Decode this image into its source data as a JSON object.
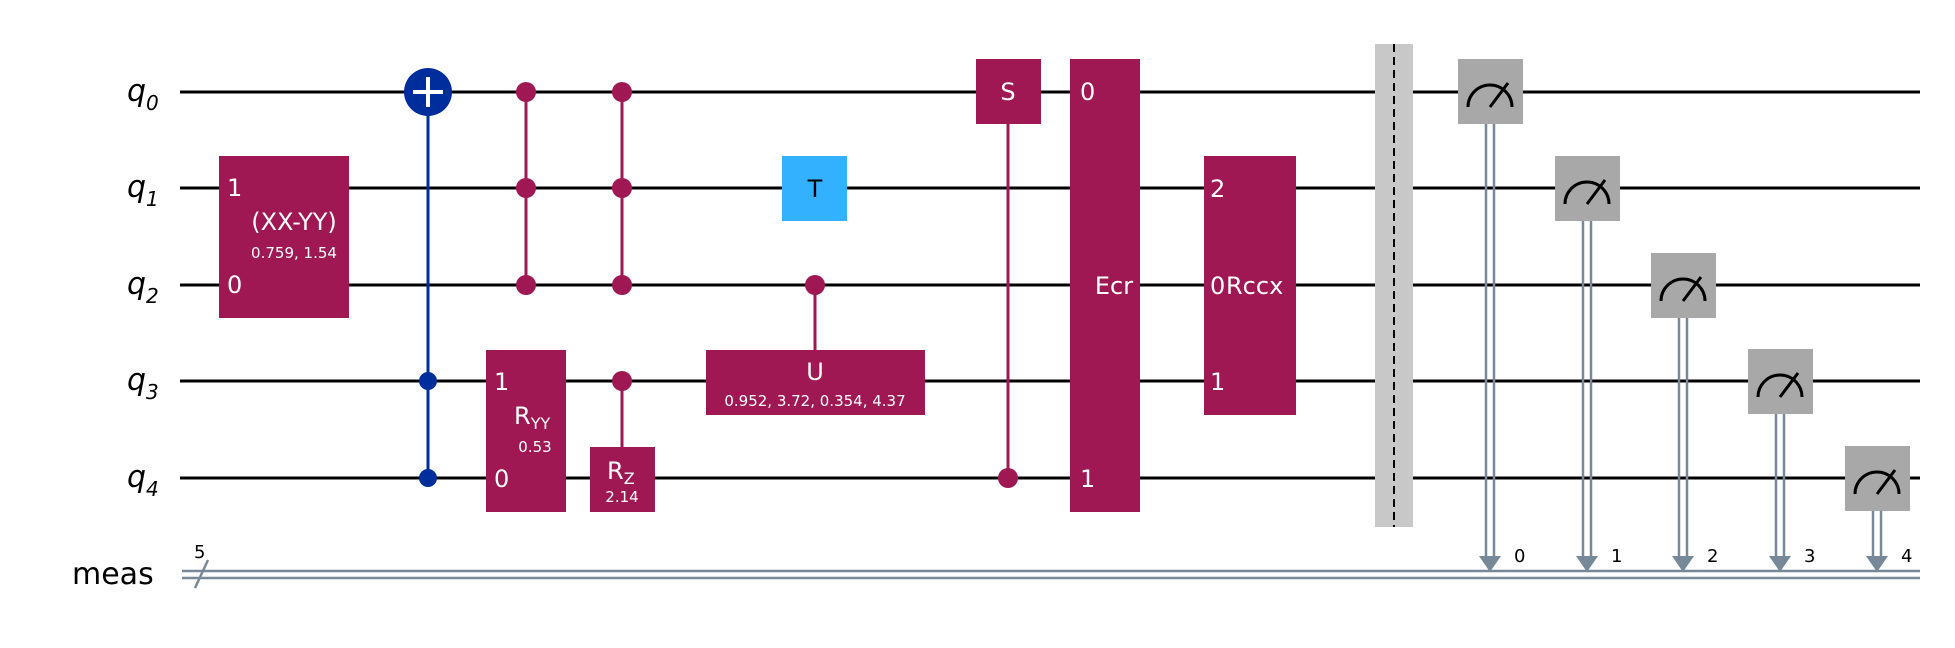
{
  "qubits": [
    {
      "name": "q",
      "index": "0"
    },
    {
      "name": "q",
      "index": "1"
    },
    {
      "name": "q",
      "index": "2"
    },
    {
      "name": "q",
      "index": "3"
    },
    {
      "name": "q",
      "index": "4"
    }
  ],
  "classical_register": {
    "name": "meas",
    "size": "5",
    "bits": [
      "0",
      "1",
      "2",
      "3",
      "4"
    ]
  },
  "colors": {
    "gate": "#9f1853",
    "cx": "#002d9c",
    "t_gate": "#33b1ff",
    "measure": "#a8a8a8",
    "barrier": "#c8c8c8",
    "classical_wire": "#778899"
  },
  "gates": {
    "xx_minus_yy": {
      "label": "(XX-YY)",
      "params": "0.759, 1.54",
      "port_top": "1",
      "port_bottom": "0"
    },
    "ryy": {
      "label_main": "R",
      "label_sub": "YY",
      "params": "0.53",
      "port_top": "1",
      "port_bottom": "0"
    },
    "rz": {
      "label_main": "R",
      "label_sub": "Z",
      "params": "2.14"
    },
    "t": {
      "label": "T"
    },
    "u": {
      "label": "U",
      "params": "0.952, 3.72, 0.354, 4.37"
    },
    "s": {
      "label": "S"
    },
    "ecr": {
      "label": "Ecr",
      "port_top": "0",
      "port_bottom": "1"
    },
    "rccx": {
      "label": "Rccx",
      "port_q1": "2",
      "port_q2": "0",
      "port_q3": "1"
    }
  }
}
